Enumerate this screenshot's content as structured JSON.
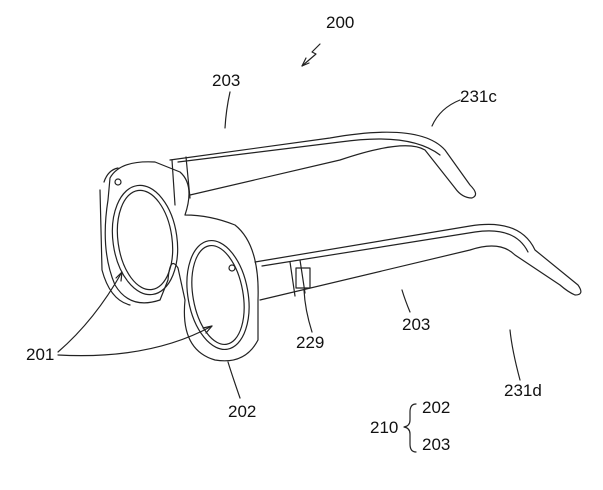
{
  "figure": {
    "ref_main": "200",
    "labels": {
      "temple_upper": "203",
      "temple_upper_tip": "231c",
      "lenses": "201",
      "frame": "202",
      "hinge": "229",
      "temple_lower": "203",
      "temple_lower_tip": "231d"
    },
    "legend": {
      "group": "210",
      "items": [
        "202",
        "203"
      ]
    }
  }
}
